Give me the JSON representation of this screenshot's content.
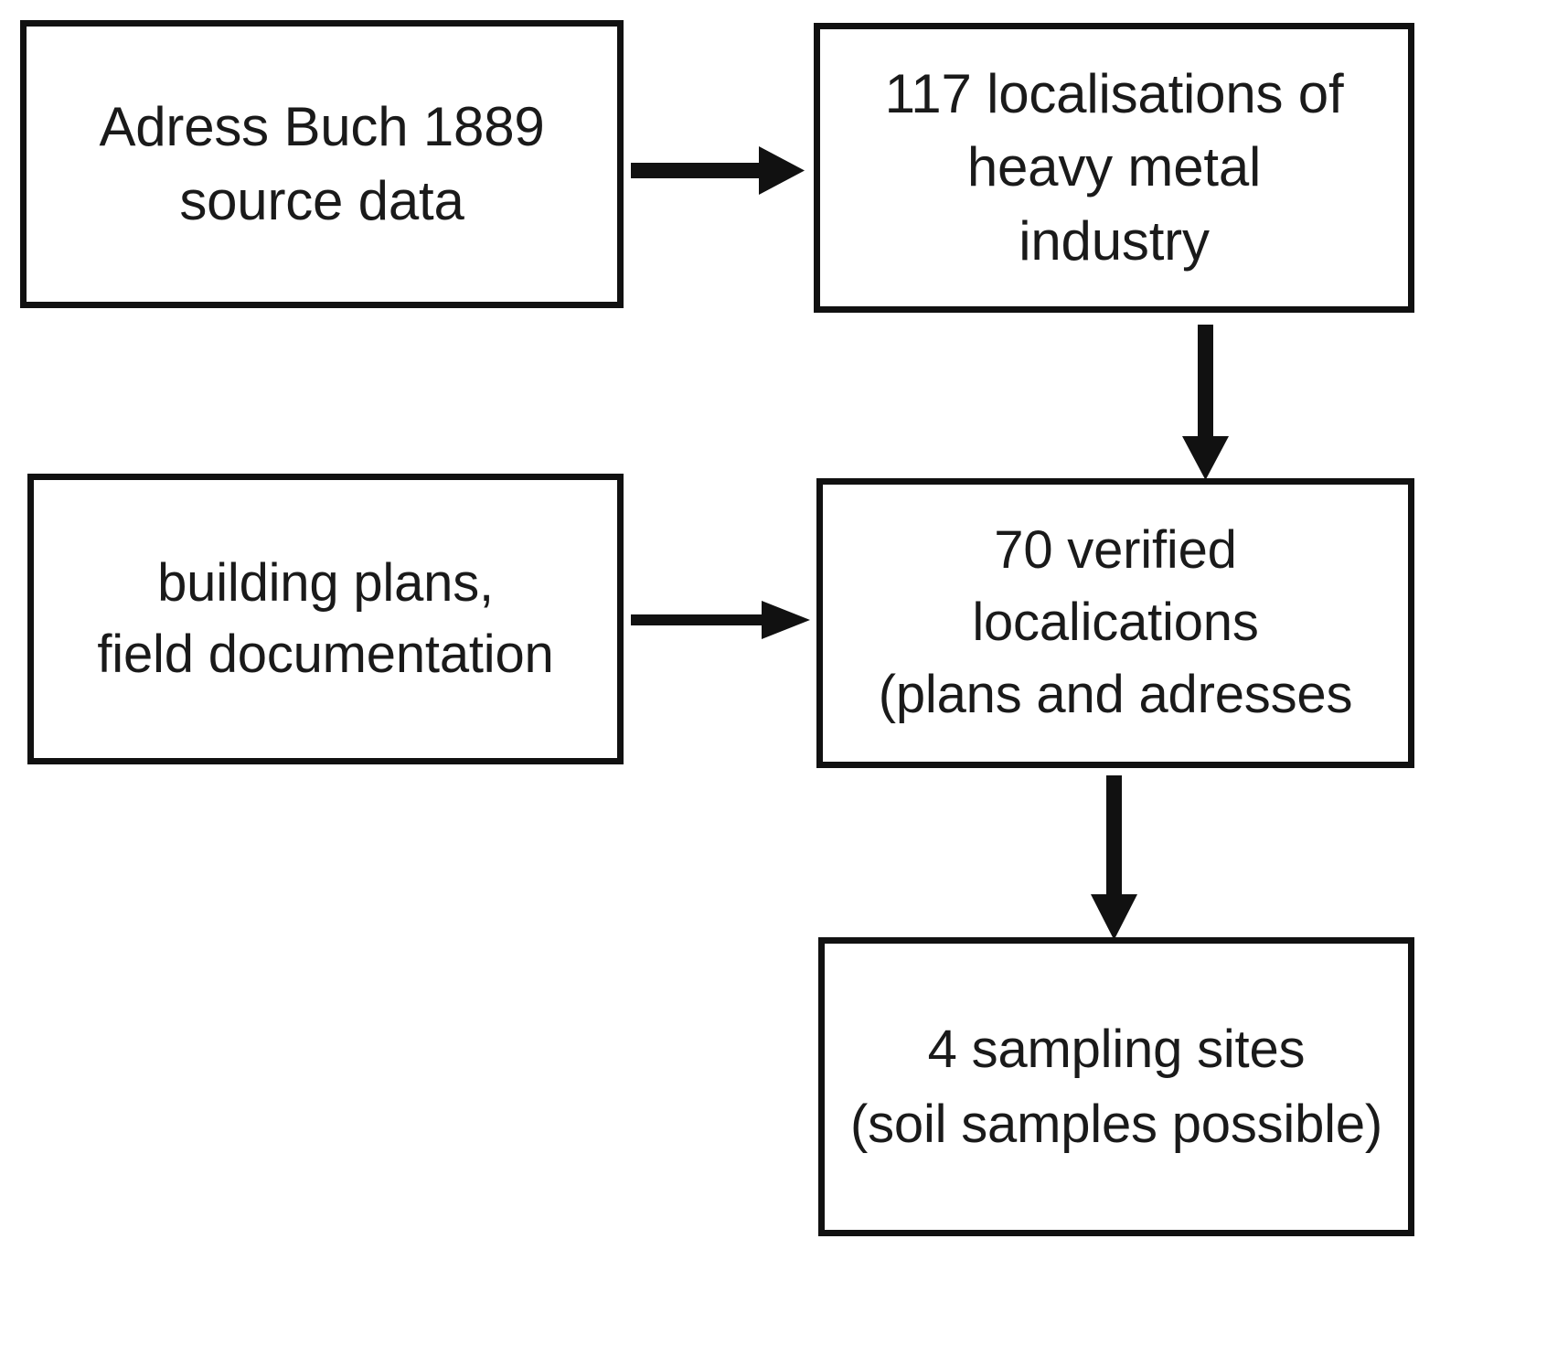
{
  "diagram": {
    "type": "flowchart",
    "title": "",
    "background_color": "#ffffff",
    "stroke_color": "#111111",
    "text_color": "#1a1a1a",
    "nodes": [
      {
        "id": "source-data",
        "shape": "rectangle",
        "text": "Adress Buch  1889\nsource data",
        "lines": [
          "Adress Buch  1889",
          "source data"
        ]
      },
      {
        "id": "localisations",
        "shape": "rectangle",
        "text": "117 localisations of\nheavy metal\nindustry",
        "lines": [
          "117 localisations of",
          "heavy metal",
          "industry"
        ]
      },
      {
        "id": "plans",
        "shape": "rectangle",
        "text": "building plans,\nfield documentation",
        "lines": [
          "building plans,",
          "field documentation"
        ]
      },
      {
        "id": "verified",
        "shape": "rectangle",
        "text": "70 verified\nlocalications\n(plans and adresses",
        "lines": [
          "70 verified",
          "localications",
          "(plans and adresses"
        ]
      },
      {
        "id": "sampling",
        "shape": "rectangle",
        "text": "4 sampling sites\n(soil samples possible)",
        "lines": [
          "4 sampling sites",
          "(soil samples possible)"
        ]
      }
    ],
    "edges": [
      {
        "id": "source-to-localisations",
        "from": "source-data",
        "to": "localisations",
        "direction": "right",
        "label": ""
      },
      {
        "id": "localisations-to-verified",
        "from": "localisations",
        "to": "verified",
        "direction": "down",
        "label": ""
      },
      {
        "id": "plans-to-verified",
        "from": "plans",
        "to": "verified",
        "direction": "right",
        "label": ""
      },
      {
        "id": "verified-to-sampling",
        "from": "verified",
        "to": "sampling",
        "direction": "down",
        "label": ""
      }
    ]
  }
}
